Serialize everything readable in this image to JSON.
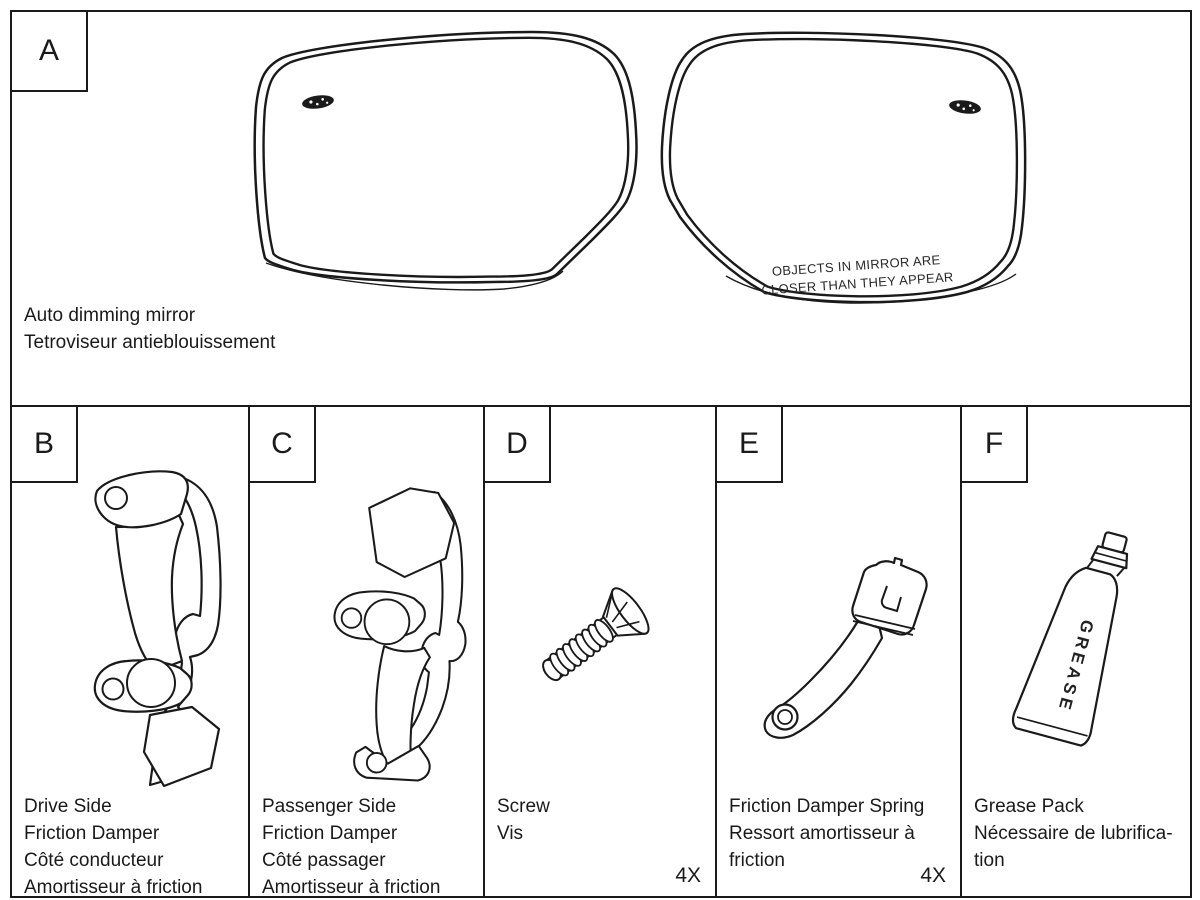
{
  "colors": {
    "line": "#1a1a1a",
    "background": "#ffffff"
  },
  "panels": {
    "a": {
      "label": "A",
      "caption": [
        "Auto dimming mirror",
        "Tetroviseur antieblouissement"
      ],
      "mirror_warning": [
        "OBJECTS IN MIRROR ARE",
        "CLOSER THAN THEY APPEAR"
      ]
    },
    "b": {
      "label": "B",
      "caption": [
        "Drive Side",
        "Friction Damper",
        "Côté conducteur",
        "Amortisseur à friction"
      ]
    },
    "c": {
      "label": "C",
      "caption": [
        "Passenger Side",
        "Friction Damper",
        "Côté passager",
        "Amortisseur à friction"
      ]
    },
    "d": {
      "label": "D",
      "caption": [
        "Screw",
        "Vis"
      ],
      "quantity": "4X"
    },
    "e": {
      "label": "E",
      "caption": [
        "Friction Damper Spring",
        "Ressort amortisseur à",
        "friction"
      ],
      "quantity": "4X"
    },
    "f": {
      "label": "F",
      "caption": [
        "Grease Pack",
        "Nécessaire de lubrifica-",
        "tion"
      ],
      "tube_text": "GREASE"
    }
  }
}
